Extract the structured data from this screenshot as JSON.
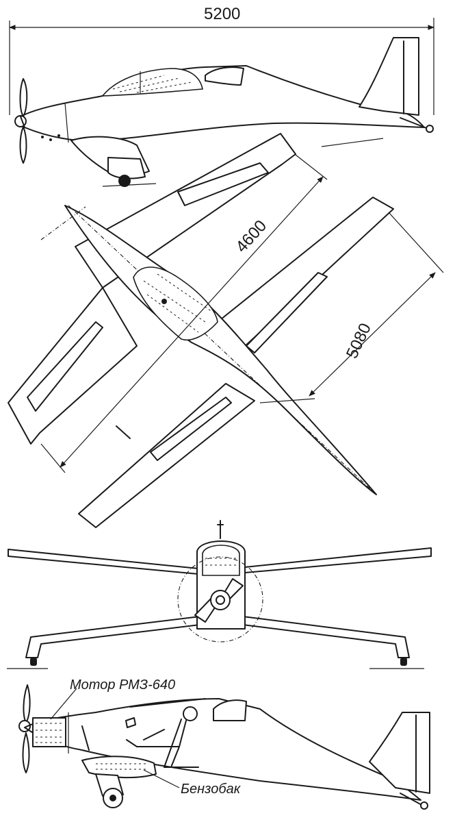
{
  "dimensions": {
    "overall_length": "5200",
    "wing_span": "4600",
    "wing_span_2": "5080"
  },
  "callouts": {
    "engine": "Мотор РМЗ-640",
    "fuel_tank": "Бензобак"
  }
}
